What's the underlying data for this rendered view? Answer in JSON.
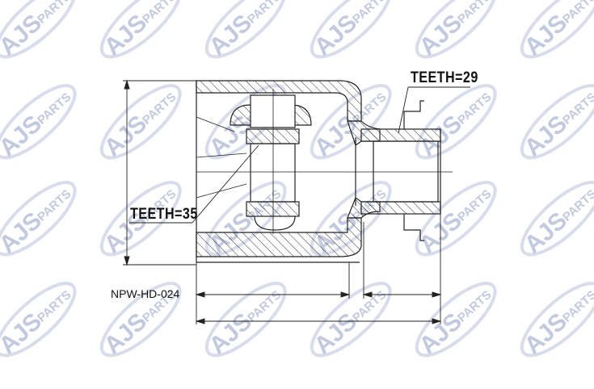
{
  "drawing": {
    "teeth_outer": "TEETH=29",
    "teeth_inner": "TEETH=35",
    "part_number": "NPW-HD-024"
  },
  "watermark": {
    "text_main": "AJS",
    "text_sub": "PARTS",
    "color": "#b9c0d9"
  },
  "colors": {
    "line": "#222222",
    "background": "#ffffff"
  }
}
